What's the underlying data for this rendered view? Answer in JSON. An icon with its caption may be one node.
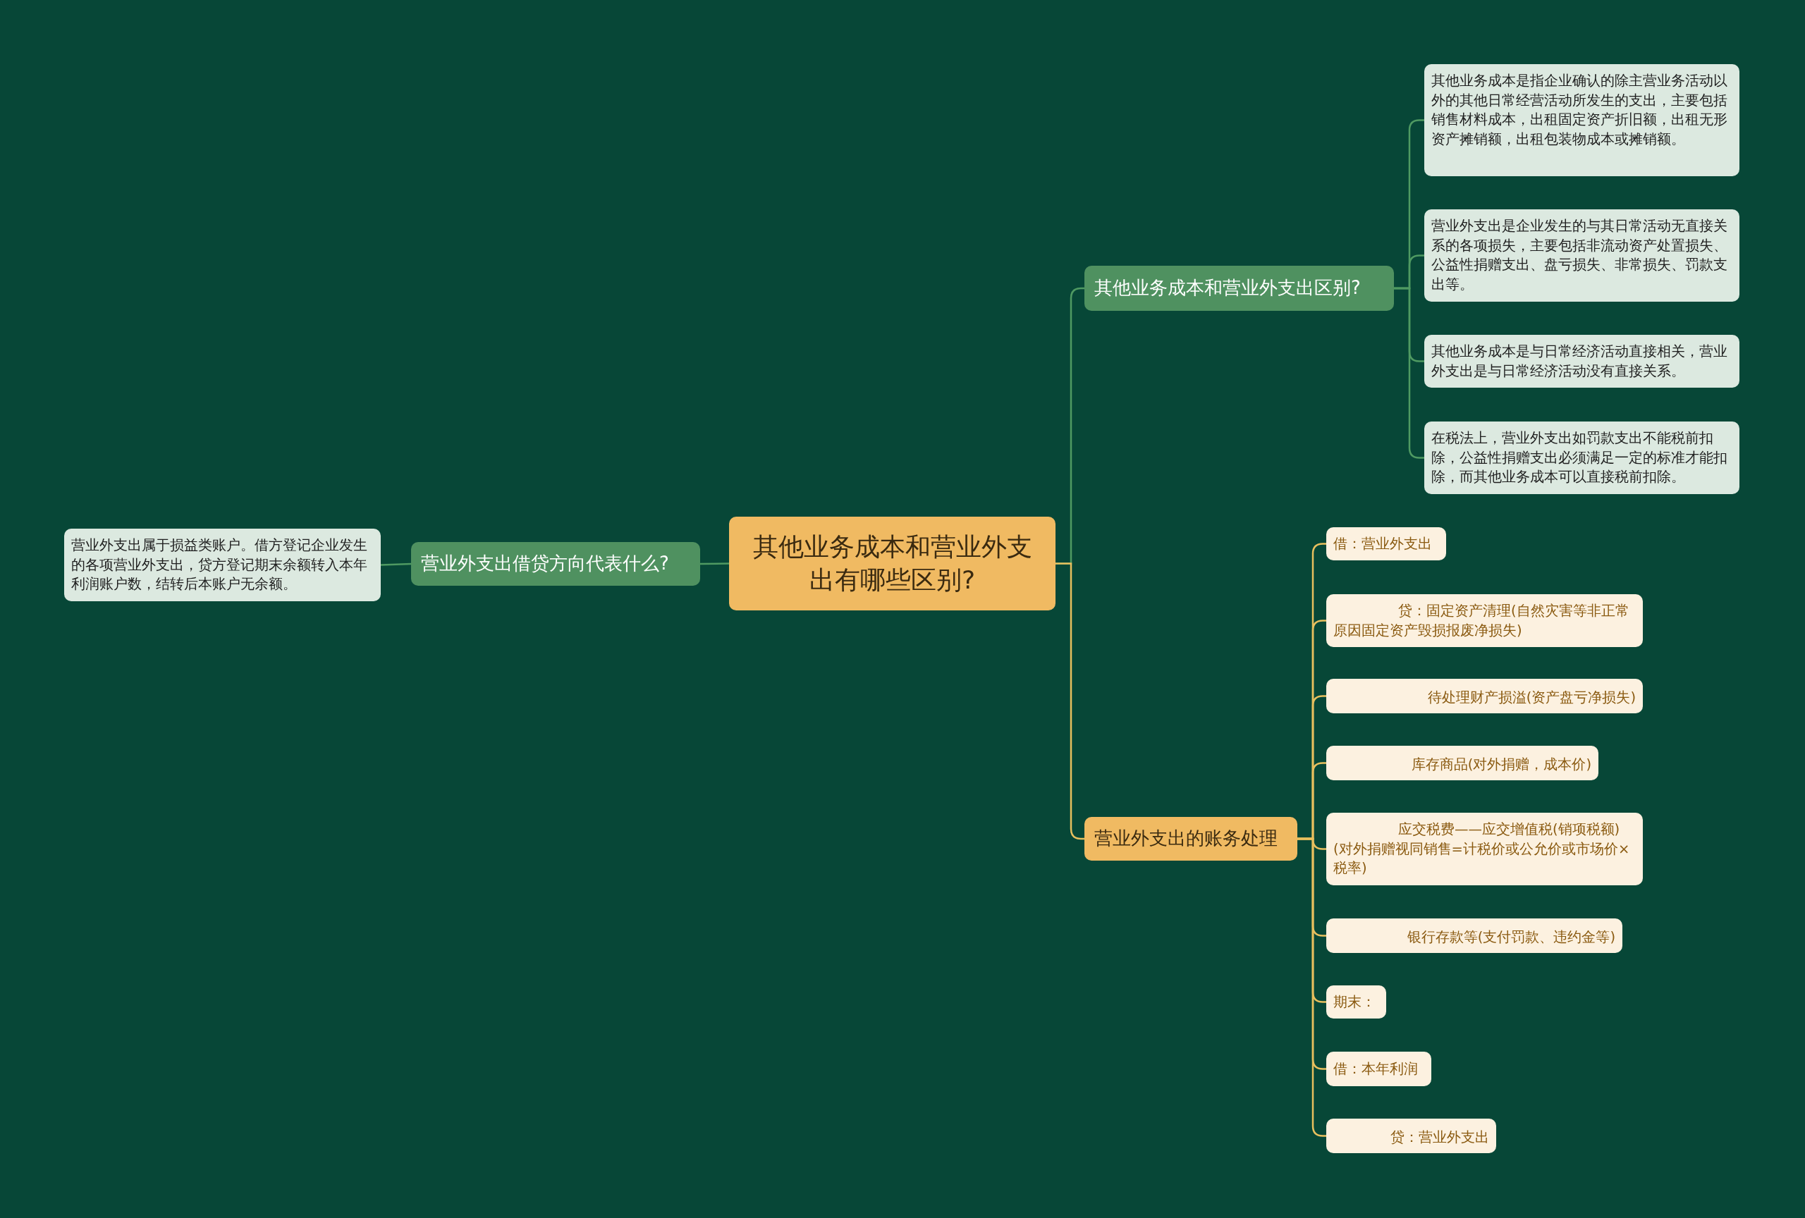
{
  "diagram": {
    "nodes": [
      {
        "text": [
          "其他业务成本和营业外支出有哪些区别?"
        ]
      },
      {
        "text": [
          "其他业务成本和营业外支出区别?"
        ]
      },
      {
        "text": [
          "其他业务成本是指企业确认的除主营业务活动以外的其他日常经营活动所发生的支出，主要包括销售材料成本，出租固定资产折旧额，出租无形资产摊销额，出租包装物成本或摊销额。"
        ]
      },
      {
        "text": [
          "营业外支出是企业发生的与其日常活动无直接关系的各项损失，主要包括非流动资产处置损失、公益性捐赠支出、盘亏损失、非常损失、罚款支出等。"
        ]
      },
      {
        "text": [
          "其他业务成本是与日常经济活动直接相关，营业外支出是与日常经济活动没有直接关系。"
        ]
      },
      {
        "text": [
          "在税法上，营业外支出如罚款支出不能税前扣除，公益性捐赠支出必须满足一定的标准才能扣除，而其他业务成本可以直接税前扣除。"
        ]
      },
      {
        "text": [
          "营业外支出的账务处理"
        ]
      },
      {
        "text": [
          "借：营业外支出"
        ]
      },
      {
        "text": [
          "贷：固定资产清理(自然灾害等非正常原因固定资产毁损报废净损失)"
        ]
      },
      {
        "text": [
          "待处理财产损溢(资产盘亏净损失)"
        ]
      },
      {
        "text": [
          "库存商品(对外捐赠，成本价)"
        ]
      },
      {
        "text": [
          "应交税费——应交增值税(销项税额)(对外捐赠视同销售=计税价或公允价或市场价×税率)"
        ]
      },
      {
        "text": [
          "银行存款等(支付罚款、违约金等)"
        ]
      },
      {
        "text": [
          "期末："
        ]
      },
      {
        "text": [
          "借：本年利润"
        ]
      },
      {
        "text": [
          "贷：营业外支出"
        ]
      },
      {
        "text": [
          "营业外支出借贷方向代表什么?"
        ]
      },
      {
        "text": [
          "营业外支出属于损益类账户。借方登记企业发生的各项营业外支出，贷方登记期末余额转入本年利润账户数，结转后本账户无余额。"
        ]
      }
    ],
    "edges": [
      {
        "from": 0,
        "to": 1,
        "arrow": "none",
        "color": "#4f9a62"
      },
      {
        "from": 1,
        "to": 2,
        "arrow": "none",
        "color": "#4f9a62"
      },
      {
        "from": 1,
        "to": 3,
        "arrow": "none",
        "color": "#4f9a62"
      },
      {
        "from": 1,
        "to": 4,
        "arrow": "none",
        "color": "#4f9a62"
      },
      {
        "from": 1,
        "to": 5,
        "arrow": "none",
        "color": "#4f9a62"
      },
      {
        "from": 0,
        "to": 6,
        "arrow": "none"
      },
      {
        "from": 6,
        "to": 7,
        "arrow": "none"
      },
      {
        "from": 6,
        "to": 8,
        "arrow": "none"
      },
      {
        "from": 6,
        "to": 9,
        "arrow": "none"
      },
      {
        "from": 6,
        "to": 10,
        "arrow": "none"
      },
      {
        "from": 6,
        "to": 11,
        "arrow": "none"
      },
      {
        "from": 6,
        "to": 12,
        "arrow": "none"
      },
      {
        "from": 6,
        "to": 13,
        "arrow": "none"
      },
      {
        "from": 6,
        "to": 14,
        "arrow": "none"
      },
      {
        "from": 6,
        "to": 15,
        "arrow": "none"
      },
      {
        "from": 0,
        "to": 16,
        "arrow": "none",
        "color": "#4f9a62"
      },
      {
        "from": 16,
        "to": 17,
        "arrow": "none",
        "color": "#4f9a62"
      }
    ]
  }
}
